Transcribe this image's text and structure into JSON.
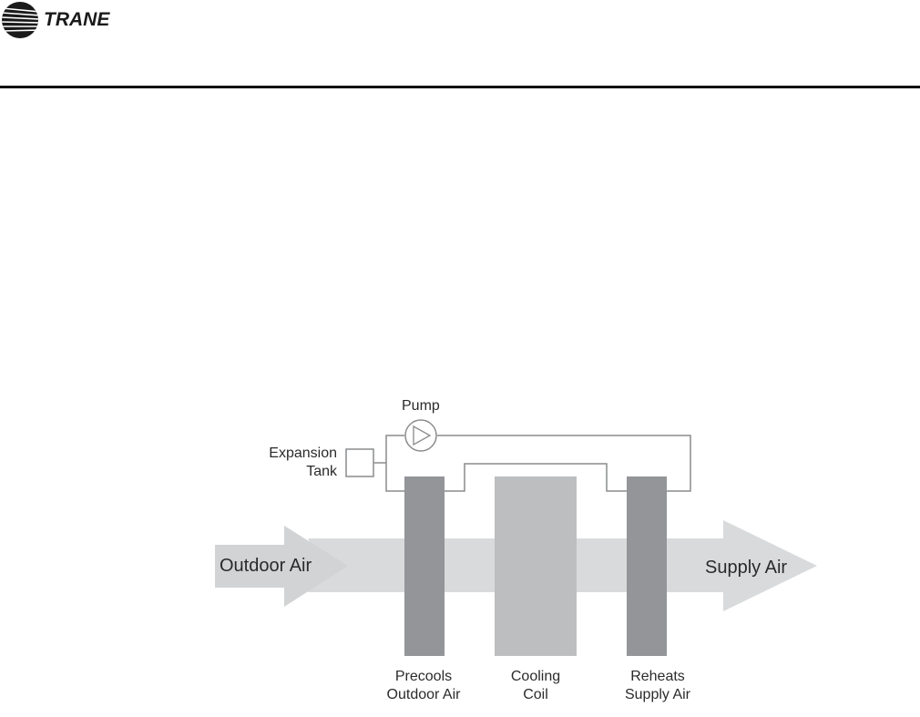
{
  "header": {
    "brand": "TRANE",
    "logo_icon": "trane-logo-icon"
  },
  "diagram": {
    "pump_label": "Pump",
    "expansion_tank_label_line1": "Expansion",
    "expansion_tank_label_line2": "Tank",
    "inlet_label": "Outdoor Air",
    "outlet_label": "Supply Air",
    "coils": [
      {
        "line1": "Precools",
        "line2": "Outdoor Air"
      },
      {
        "line1": "Cooling",
        "line2": "Coil"
      },
      {
        "line1": "Reheats",
        "line2": "Supply Air"
      }
    ],
    "colors": {
      "airflow": "#d9dadb",
      "heat_pipe_coil": "#939598",
      "cooling_coil": "#bcbec0",
      "piping": "#8a8c8e"
    }
  }
}
